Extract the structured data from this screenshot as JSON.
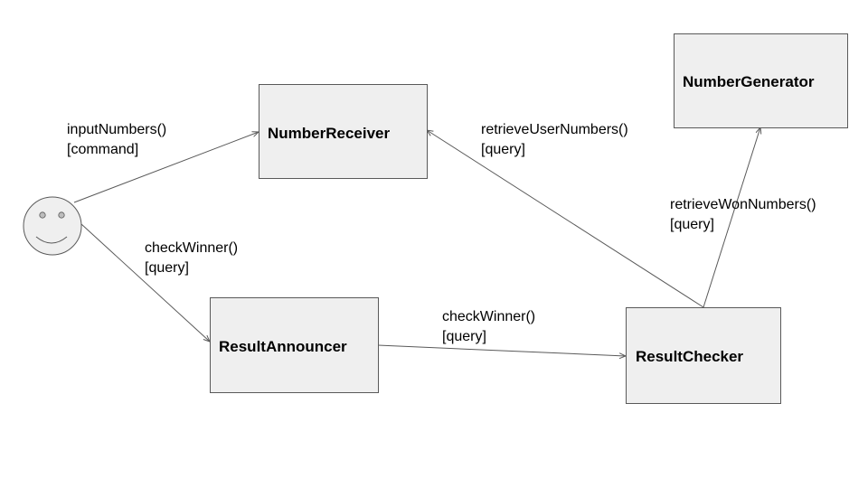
{
  "colors": {
    "box_fill": "#efefef",
    "box_border": "#595959",
    "edge": "#595959",
    "actor_fill": "#efefef"
  },
  "actor": {
    "icon": "smiley-face-icon"
  },
  "boxes": {
    "number_receiver": "NumberReceiver",
    "number_generator": "NumberGenerator",
    "result_announcer": "ResultAnnouncer",
    "result_checker": "ResultChecker"
  },
  "edges": {
    "input_numbers": {
      "line1": "inputNumbers()",
      "line2": "[command]"
    },
    "check_winner_actor": {
      "line1": "checkWinner()",
      "line2": "[query]"
    },
    "check_winner_checker": {
      "line1": "checkWinner()",
      "line2": "[query]"
    },
    "retrieve_user_numbers": {
      "line1": "retrieveUserNumbers()",
      "line2": "[query]"
    },
    "retrieve_won_numbers": {
      "line1": "retrieveWonNumbers()",
      "line2": "[query]"
    }
  }
}
